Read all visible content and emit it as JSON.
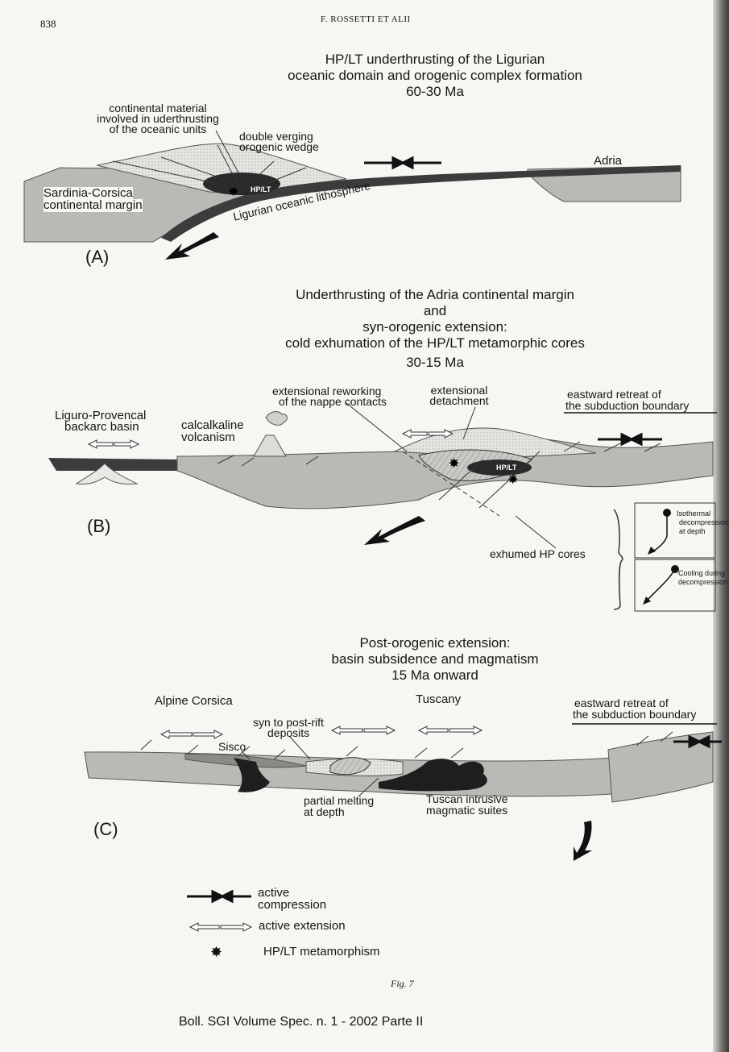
{
  "header": {
    "page_number": "838",
    "running_head": "F. ROSSETTI ET ALII"
  },
  "panel_a": {
    "title": [
      "HP/LT underthrusting of the Ligurian",
      "oceanic domain and orogenic complex formation",
      "60-30 Ma"
    ],
    "label": "(A)",
    "continental_material": [
      "continental material",
      "involved in uderthrusting",
      "of the oceanic units"
    ],
    "wedge": [
      "double verging",
      "orogenic wedge"
    ],
    "adria": "Adria",
    "margin": [
      "Sardinia-Corsica",
      "continental margin"
    ],
    "hplt": "HP/LT",
    "lithosphere": "Ligurian oceanic lithosphere"
  },
  "panel_b": {
    "title": [
      "Underthrusting of the Adria continental margin",
      "and",
      "syn-orogenic extension:",
      "cold exhumation of the HP/LT metamorphic cores",
      "30-15 Ma"
    ],
    "label": "(B)",
    "backarc": [
      "Liguro-Provencal",
      "backarc  basin"
    ],
    "volcanism": [
      "calcalkaline",
      "volcanism"
    ],
    "reworking": [
      "extensional reworking",
      "of the nappe contacts"
    ],
    "detachment": [
      "extensional",
      "detachment"
    ],
    "retreat": [
      "eastward retreat of",
      "the subduction boundary"
    ],
    "hplt": "HP/LT",
    "exhumed": "exhumed HP cores",
    "inset_1": [
      "Isothermal",
      "decompression",
      "at depth"
    ],
    "inset_2": [
      "Cooling during",
      "decompression"
    ]
  },
  "panel_c": {
    "title": [
      "Post-orogenic extension:",
      "basin subsidence and magmatism",
      "15 Ma onward"
    ],
    "label": "(C)",
    "alpine_corsica": "Alpine Corsica",
    "tuscany": "Tuscany",
    "retreat": [
      "eastward retreat of",
      "the subduction boundary"
    ],
    "deposits": [
      "syn to post-rift",
      "deposits"
    ],
    "sisco": "Sisco",
    "melting": [
      "partial melting",
      "at depth"
    ],
    "intrusive": [
      "Tuscan intrusive",
      "magmatic suites"
    ]
  },
  "legend": {
    "compression": [
      "active",
      "compression"
    ],
    "extension": "active extension",
    "metamorphism": "HP/LT metamorphism"
  },
  "caption": "Fig. 7",
  "footer": "Boll. SGI Volume Spec. n. 1 - 2002 Parte II",
  "colors": {
    "crust_fill": "#b9b9b6",
    "wedge_fill": "#dcdcd8",
    "dark": "#2a2a2a",
    "page_bg": "#f7f6f2"
  }
}
